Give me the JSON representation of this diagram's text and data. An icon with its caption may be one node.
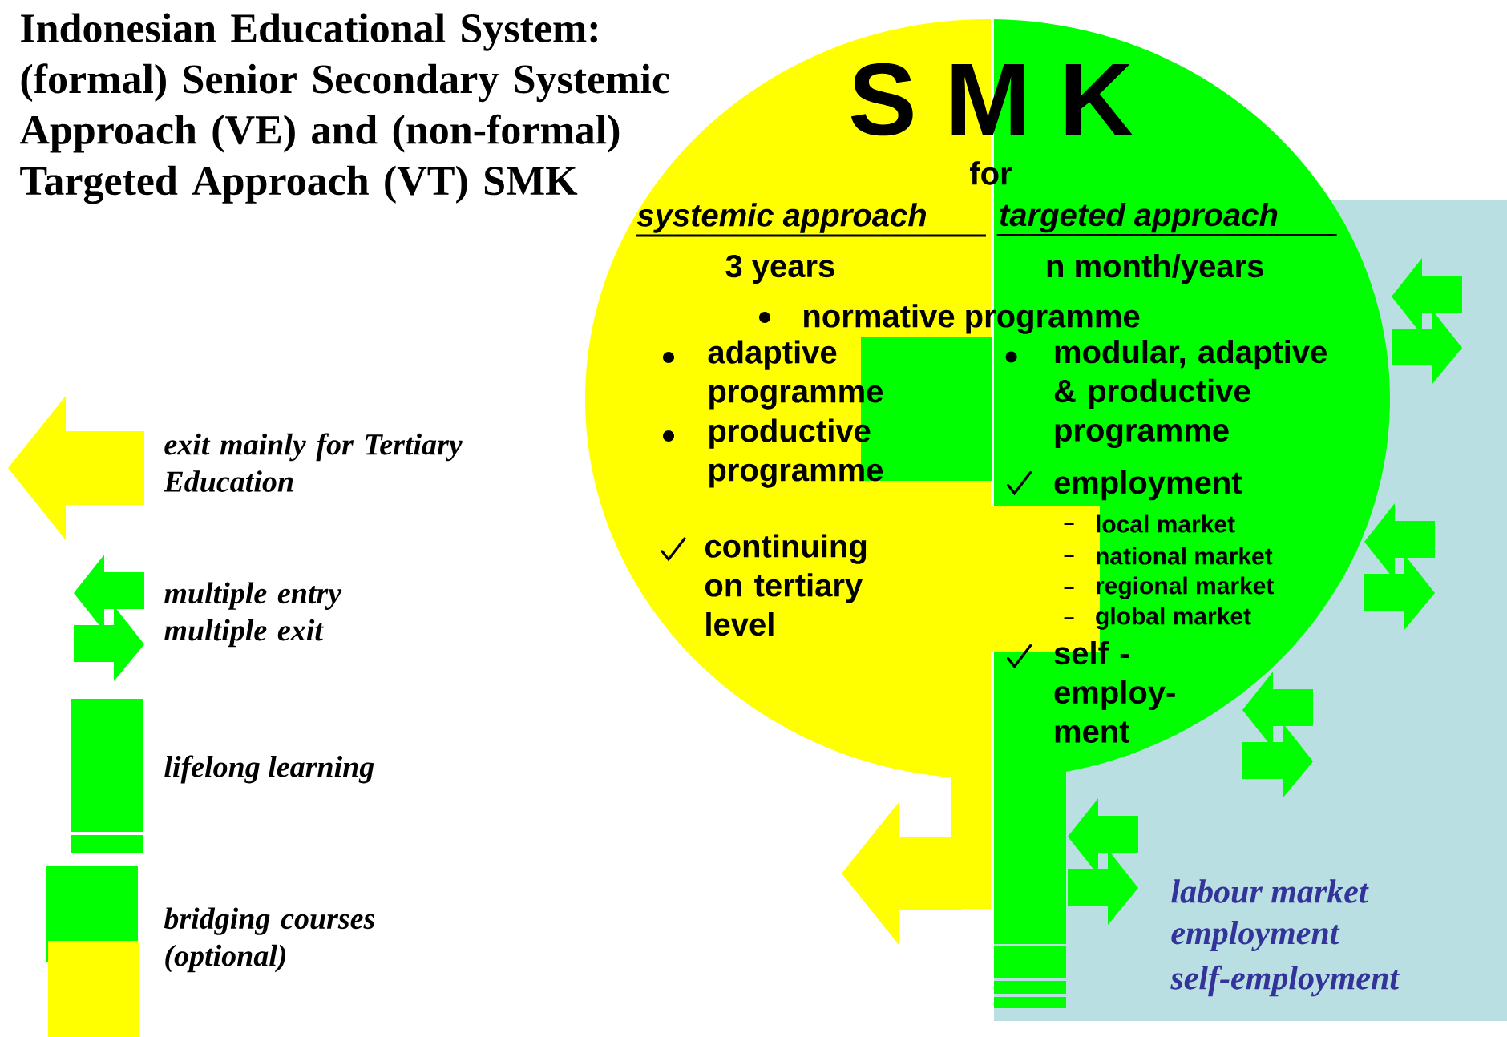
{
  "diagram": {
    "title": "Indonesian Educational System: (formal) Senior Secondary Systemic Approach (VE) and (non-formal) Targeted Approach (VT) SMK",
    "nodes": [
      {
        "text": [
          "systemic approach",
          "3 years",
          "adaptive programme",
          "productive programme",
          "continuing on tertiary level"
        ]
      },
      {
        "text": [
          "targeted approach",
          "n month/years",
          "modular, adaptive & productive programme",
          "employment",
          "local market",
          "national market",
          "regional market",
          "global market",
          "self -employ- ment"
        ],
        "in": 2
      },
      {
        "text": [
          "labour market",
          "employment",
          "self-employment"
        ]
      }
    ],
    "labels": [
      "S M K",
      "for",
      "normative programme"
    ],
    "legend": [
      {
        "text": "exit mainly for Tertiary Education"
      },
      {
        "text": "multiple entry multiple exit"
      },
      {
        "text": "lifelong learning"
      },
      {
        "text": "bridging courses (optional)"
      }
    ]
  }
}
